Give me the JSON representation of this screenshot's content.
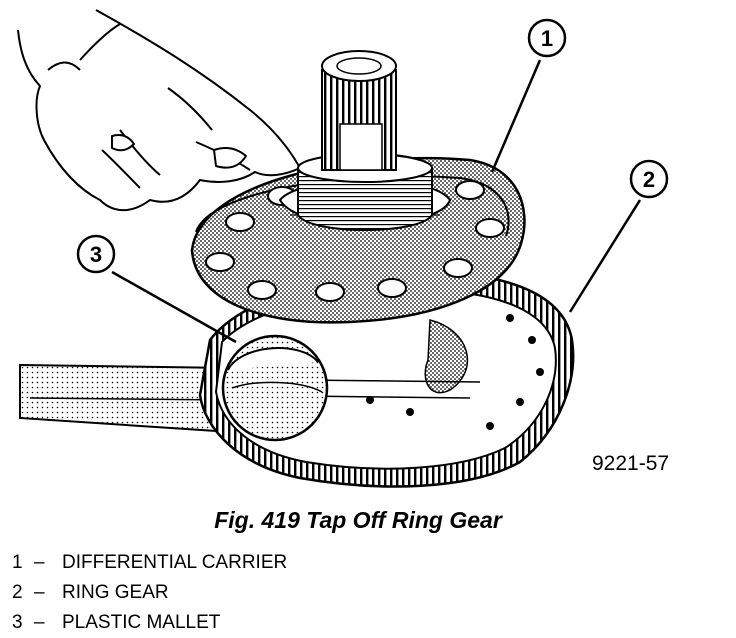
{
  "figure": {
    "id": "9221-57",
    "caption": "Fig. 419 Tap Off Ring Gear"
  },
  "callouts": [
    "1",
    "2",
    "3"
  ],
  "legend": [
    {
      "number": "1",
      "sep": "–",
      "label": "DIFFERENTIAL CARRIER"
    },
    {
      "number": "2",
      "sep": "–",
      "label": "RING GEAR"
    },
    {
      "number": "3",
      "sep": "–",
      "label": "PLASTIC MALLET"
    }
  ],
  "colors": {
    "ink": "#000000",
    "paper": "#ffffff",
    "shade": "#8a8a8a"
  }
}
